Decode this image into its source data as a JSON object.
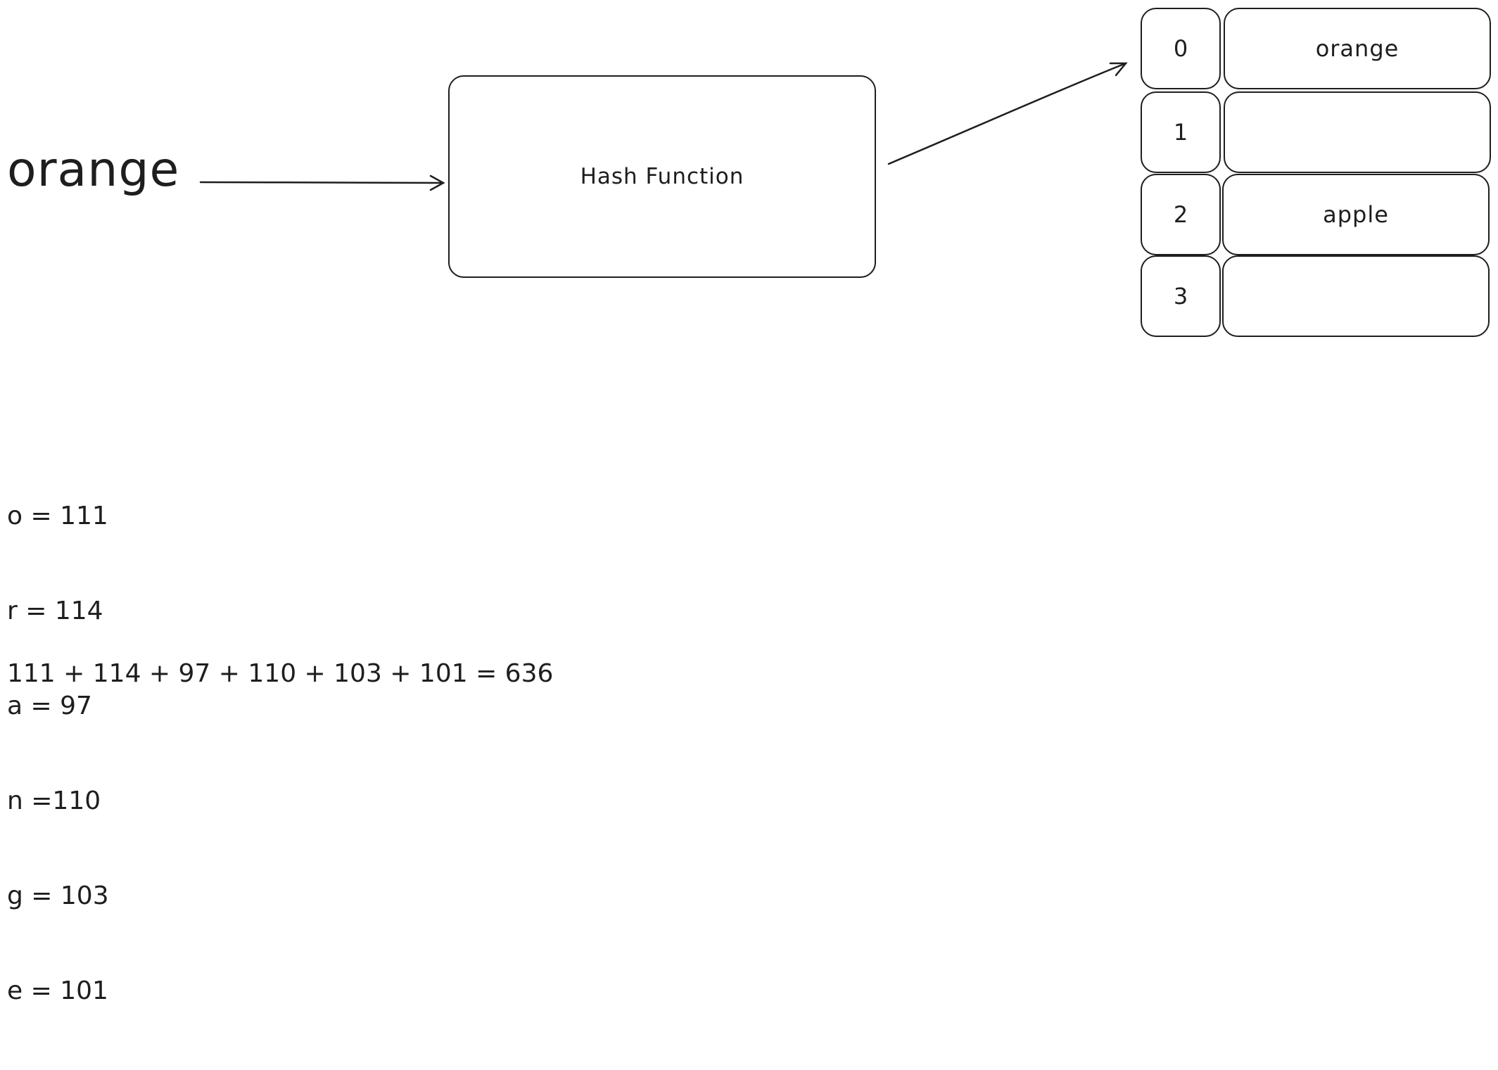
{
  "input_key": "orange",
  "hash_function_label": "Hash Function",
  "table": {
    "indices": [
      "0",
      "1",
      "2",
      "3"
    ],
    "values": [
      "orange",
      "",
      "apple",
      ""
    ]
  },
  "char_codes": [
    "o = 111",
    "r = 114",
    "a = 97",
    "n =110",
    "g = 103",
    "e = 101"
  ],
  "sum_expression": "111 + 114 + 97 + 110 + 103 + 101 = 636",
  "colors": {
    "stroke": "#1e1e1e",
    "background": "#ffffff"
  }
}
